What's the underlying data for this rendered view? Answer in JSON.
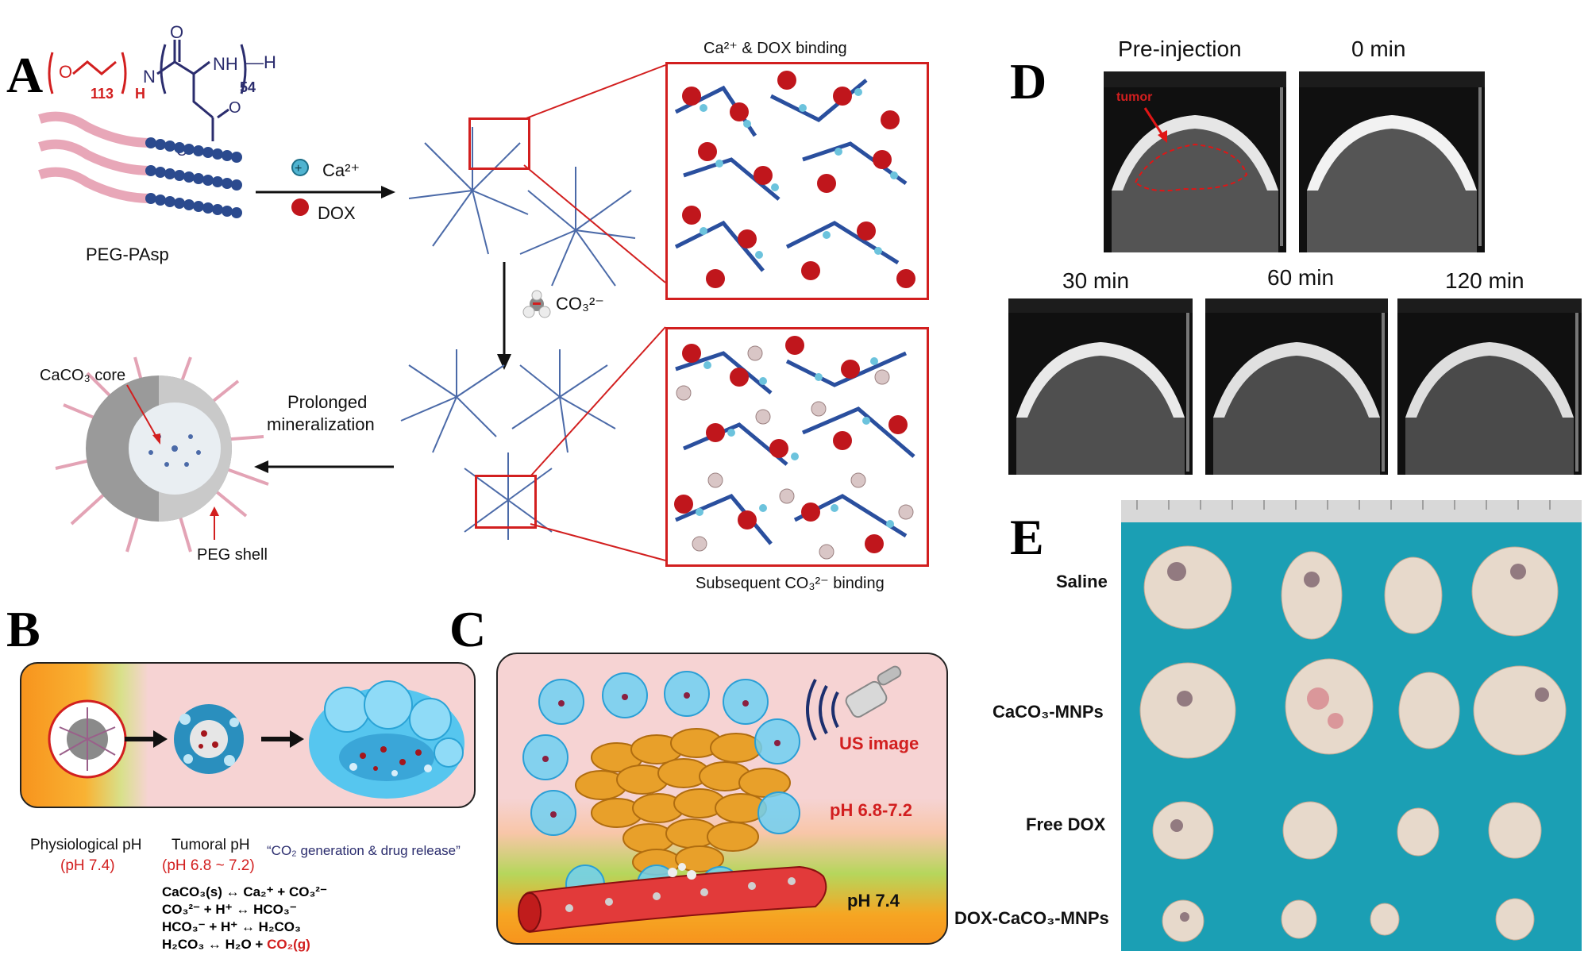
{
  "panels": {
    "A": "A",
    "B": "B",
    "C": "C",
    "D": "D",
    "E": "E"
  },
  "panel_a": {
    "peg_repeat": "113",
    "pasp_repeat": "54",
    "polymer_label": "PEG-PAsp",
    "ca_label": "Ca²⁺",
    "dox_label": "DOX",
    "binding_title": "Ca²⁺ & DOX binding",
    "co3_label": "CO₃²⁻",
    "subsequent_label": "Subsequent CO₃²⁻ binding",
    "arrow_label_1": "Prolonged",
    "arrow_label_2": "mineralization",
    "core_label": "CaCO₃ core",
    "shell_label": "PEG shell"
  },
  "panel_b": {
    "phys_label": "Physiological pH",
    "phys_value": "(pH 7.4)",
    "tumoral_label": "Tumoral pH",
    "tumoral_value": "(pH 6.8 ~ 7.2)",
    "generation_label": "“CO₂ generation & drug release”",
    "equations": [
      "CaCO₃(s) ↔ Ca₂⁺ + CO₃²⁻",
      "CO₃²⁻ + H⁺ ↔ HCO₃⁻",
      "HCO₃⁻ + H⁺ ↔ H₂CO₃",
      "H₂CO₃ ↔ H₂O + "
    ],
    "co2_gas": "CO₂(g)"
  },
  "panel_c": {
    "us_image": "US image",
    "ph_tumor": "pH 6.8-7.2",
    "ph_blood": "pH 7.4"
  },
  "panel_d": {
    "titles": [
      "Pre-injection",
      "0 min",
      "30 min",
      "60 min",
      "120 min"
    ],
    "tumor_label": "tumor"
  },
  "panel_e": {
    "groups": [
      "Saline",
      "CaCO₃-MNPs",
      "Free DOX",
      "DOX-CaCO₃-MNPs"
    ]
  },
  "colors": {
    "accent_red": "#d21f1f",
    "navy": "#2b2d6e",
    "cyan_bg": "#1b9fb4",
    "tumor_tissue": "#e9dccf",
    "orange": "#f7941d",
    "green": "#8cc63f",
    "pink": "#f6d3d3"
  }
}
